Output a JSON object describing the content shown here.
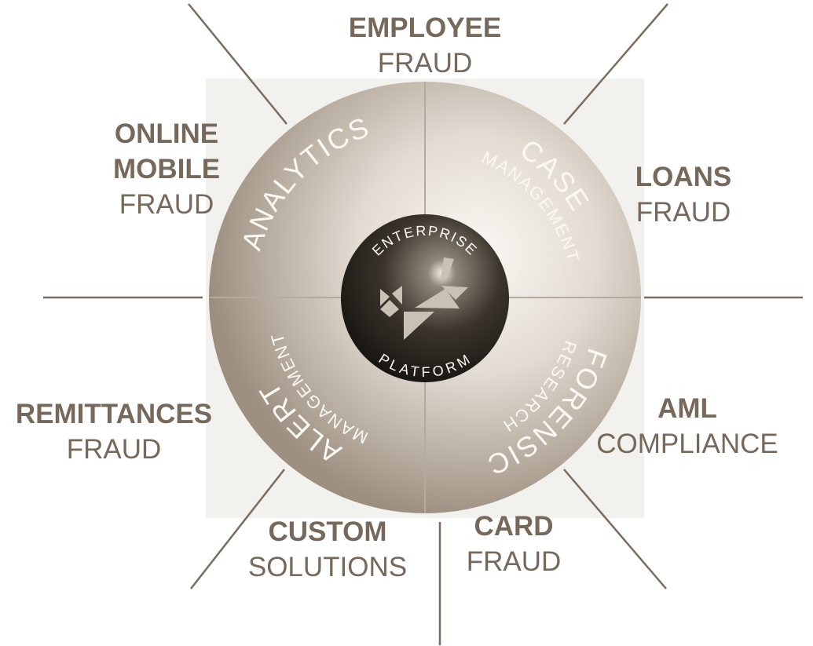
{
  "colors": {
    "label": "#76695c",
    "ring_edge": "#9c8f80",
    "ring_center": "#f7f4ef",
    "sphere": "#2a2620",
    "spoke": "#7a6c5e"
  },
  "center": {
    "top": "ENTERPRISE",
    "bottom": "PLATFORM"
  },
  "quadrants": [
    {
      "main": "ANALYTICS",
      "sub": ""
    },
    {
      "main": "CASE",
      "sub": "MANAGEMENT"
    },
    {
      "main": "FORENSIC",
      "sub": "RESEARCH"
    },
    {
      "main": "ALERT",
      "sub": "MANAGEMENT"
    }
  ],
  "labels": [
    {
      "bold": "EMPLOYEE",
      "plain": "FRAUD"
    },
    {
      "bold": "LOANS",
      "plain": "FRAUD"
    },
    {
      "bold": "AML",
      "plain": "COMPLIANCE"
    },
    {
      "bold": "CARD",
      "plain": "FRAUD"
    },
    {
      "bold": "CUSTOM",
      "plain": "SOLUTIONS"
    },
    {
      "bold": "REMITTANCES",
      "plain": "FRAUD"
    },
    {
      "bold": "ONLINE",
      "bold2": "MOBILE",
      "plain": "FRAUD"
    }
  ]
}
